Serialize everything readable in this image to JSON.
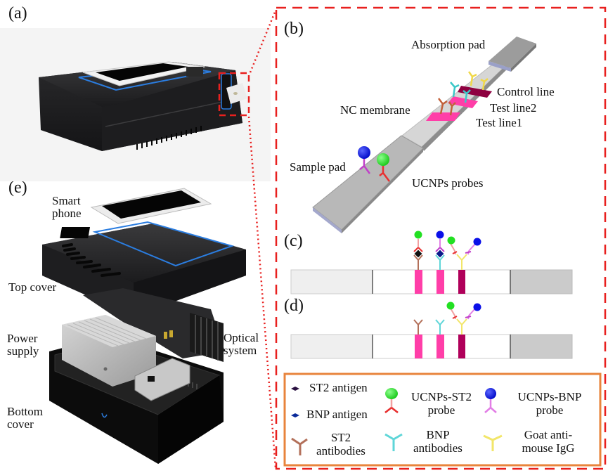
{
  "panels": {
    "a": {
      "label": "(a)"
    },
    "b": {
      "label": "(b)",
      "absorption_pad": "Absorption pad",
      "control_line": "Control line",
      "test_line2": "Test line2",
      "test_line1": "Test line1",
      "nc_membrane": "NC membrane",
      "sample_pad": "Sample pad",
      "ucnps_probes": "UCNPs probes"
    },
    "c": {
      "label": "(c)"
    },
    "d": {
      "label": "(d)"
    },
    "e": {
      "label": "(e)",
      "smart_phone": "Smart phone",
      "top_cover": "Top cover",
      "power_supply": "Power supply",
      "optical_system": "Optical system",
      "bottom_cover": "Bottom cover"
    }
  },
  "legend": {
    "st2_antigen": "ST2 antigen",
    "bnp_antigen": "BNP antigen",
    "ucnps_st2_probe": "UCNPs-ST2 probe",
    "ucnps_bnp_probe": "UCNPs-BNP probe",
    "st2_antibodies": "ST2 antibodies",
    "bnp_antibodies": "BNP antibodies",
    "goat_igg": "Goat anti-mouse IgG"
  },
  "colors": {
    "frame_red": "#e8201f",
    "legend_border": "#e8843c",
    "test_line": "#ff3ea8",
    "control_line": "#b0005a",
    "green_np": "#22e022",
    "blue_np": "#0a10e8",
    "st2_ab": "#b3705a",
    "bnp_ab": "#5fd6d8",
    "goat_igg": "#f2e66a",
    "st2_probe": "#f2a0a0",
    "bnp_probe": "#e27ee6"
  }
}
